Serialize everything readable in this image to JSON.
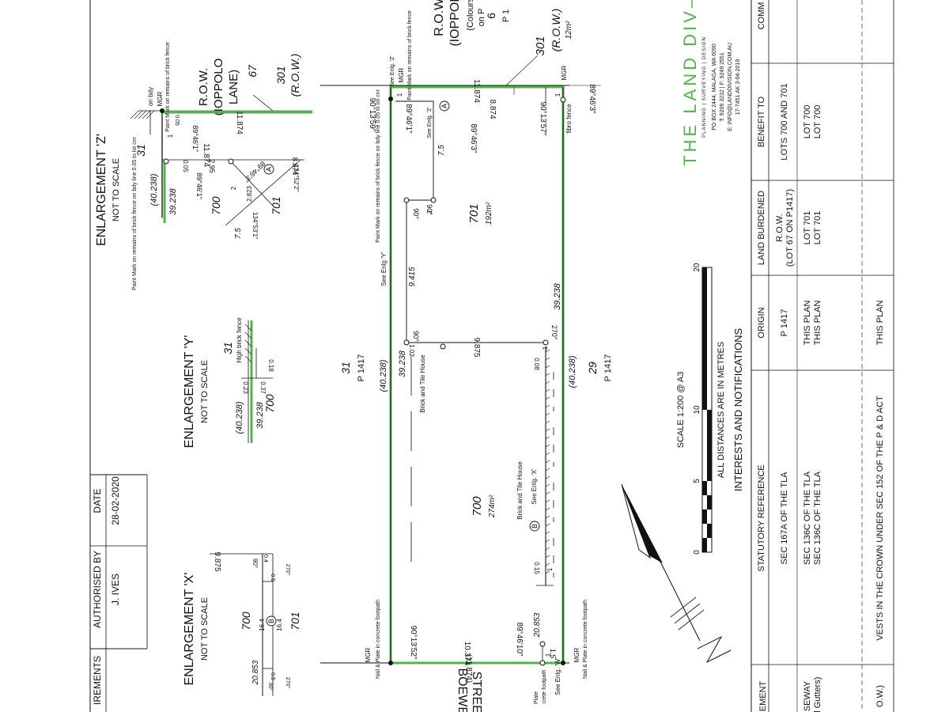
{
  "enlargements": {
    "z": {
      "title": "ENLARGEMENT 'Z'",
      "subtitle": "NOT TO SCALE",
      "lot31": "31",
      "lot700": "700",
      "lot701": "701",
      "row_label_1": "R.O.W.",
      "row_label_2": "(IOPPOLO",
      "row_label_3": "LANE)",
      "row_num": "67",
      "row_301": "301",
      "row_301_sub": "(R.O.W.)",
      "on_bdy": "on bdy",
      "mgr": "MGR",
      "paint_mark": "Paint Mark on remains of brick fence",
      "paint_mark_2": "Paint Mark on remains of brick fence on bdy line 0.05 to lot cnr",
      "dim_11874": "11.874",
      "dim_11874b": "11.874",
      "dim_8874": "8.874",
      "dim_2_95": "2.95",
      "dim_0_05": "0.05",
      "dim_0_05b": "0.05",
      "dim_39238": "39.238",
      "dim_40238": "(40.238)",
      "brg_1": "89°46'1\"",
      "brg_2": "89°46'3\"",
      "brg_3": "134°52'2\"",
      "brg_4": "134°53'1\"",
      "dim_2823": "2.823",
      "dim_7_5": "7.5",
      "dim_2": "2",
      "dim_1": "1",
      "circle_a": "A"
    },
    "y": {
      "title": "ENLARGEMENT 'Y'",
      "subtitle": "NOT TO SCALE",
      "lot31": "31",
      "lot700": "700",
      "fence": "High brick fence",
      "dim_39238": "39.238",
      "dim_40238": "(40.238)",
      "dim_0_18": "0.18",
      "dim_0_23": "0.23",
      "dim_0_37": "0.37"
    },
    "x": {
      "title": "ENLARGEMENT 'X'",
      "subtitle": "NOT TO SCALE",
      "lot700": "700",
      "lot701": "701",
      "dim_9875": "9.875",
      "dim_20853": "20.853",
      "dim_16_4": "16.4",
      "dim_16_4b": "16.4",
      "dim_0_5": "0.5",
      "dim_0_5b": "0.5",
      "dim_0_4": "0.4",
      "ang_90": "90°",
      "ang_270": "270°",
      "ang_270b": "270°",
      "ang_90b": "90°",
      "circle_b": "B"
    }
  },
  "main": {
    "lot700": "700",
    "lot700_area": "274m²",
    "lot701": "701",
    "lot701_area": "192m²",
    "lot31": "31",
    "p1417_a": "P 1417",
    "lot29": "29",
    "p1417_b": "P 1417",
    "row_1": "R.O.W.",
    "row_2": "(IOPPOLO",
    "row_3": "(Colours",
    "row_4": "on P",
    "row_5": "P 1",
    "row_6": "6",
    "lot301": "301",
    "lot301_row": "(R.O.W.)",
    "lot301_area": "12m²",
    "dim_39238_top": "39.238",
    "dim_40238_top": "(40.238)",
    "dim_39238_bot": "39.238",
    "dim_40238_bot": "(40.238)",
    "dim_11874_top": "11.874",
    "dim_8874": "8.874",
    "dim_7_5": "7.5",
    "dim_9415": "9.415",
    "dim_9875": "9.875",
    "dim_1_02": "1.02",
    "dim_0_08": "0.08",
    "dim_0_15": "0.15",
    "dim_20853": "20.853",
    "dim_10374": "10.374",
    "dim_11874_bot": "(11.874)",
    "dim_1_5": "1.5",
    "brg_a": "90°13'59\"",
    "brg_b": "89°46'1\"",
    "brg_c": "89°46'3\"",
    "brg_d": "90°13'57\"",
    "brg_e": "89°46'3\"",
    "brg_f": "90°13'52\"",
    "brg_g": "89°46'10\"",
    "ang_90_a": "90°",
    "ang_90_b": "90°",
    "ang_90_c": "90°",
    "ang_270": "270°",
    "see_z": "See Enlg. 'Z'",
    "see_z2": "See Enlg. 'Z'",
    "see_y": "See Enlg 'Y'",
    "see_x": "See Enlg. 'X'",
    "see_w": "See Enlg. 'W'",
    "mgr_tl": "MGR",
    "mgr_tr": "MGR",
    "mgr_bl": "MGR",
    "mgr_br": "MGR",
    "paint_tl": "Paint Mark on remains of brick fence",
    "paint_top": "Paint Mark on remains of brick fence on bdy line 0.05 to lot cnr",
    "fibro": "fibro fence",
    "brick_house": "Brick and Tile House",
    "brick_house_2": "Brick and Tile House",
    "nail_bl": "Nail & Plate in concrete footpath",
    "nail_br": "Nail & Plate in concrete footpath",
    "plate_b": "Plate",
    "crete": "crete footpath",
    "street_1": "STREET",
    "street_2": "BOEWER",
    "circle_a": "A",
    "circle_b": "B",
    "one_a": "1",
    "one_b": "1",
    "one_c": "1",
    "two_a": "2",
    "one_d": "1",
    "one_e": "1"
  },
  "scale": {
    "label": "SCALE 1:200 @ A3",
    "distances": "ALL DISTANCES ARE IN METRES",
    "t0": "0",
    "t5": "5",
    "t10": "10",
    "t20": "20"
  },
  "company": {
    "name": "THE LAND DIV",
    "tagline": "PLANNING | SURVEYING | DESIGN",
    "address": "PO BOX 2444, MALAGA, WA 6090",
    "phone": "T: 9209 3232 | F: 9249 2551",
    "email": "E: INFO@LANDDIVISION.COM.AU",
    "ref": "17-7451   AK   3-04-2019"
  },
  "authorised": {
    "h_req": "IREMENTS",
    "h_auth": "AUTHORISED BY",
    "h_date": "DATE",
    "auth": "J. IVES",
    "date": "28-02-2020"
  },
  "interests": {
    "title": "INTERESTS AND NOTIFICATIONS",
    "headers": [
      "STATUTORY REFERENCE",
      "ORIGIN",
      "LAND BURDENED",
      "BENEFIT TO",
      "COMM"
    ],
    "rows": [
      {
        "ref": "SEC 167A OF THE TLA",
        "origin": "P 1417",
        "burdened": "R.O.W.",
        "burdened2": "(LOT 67 ON P1417)",
        "benefit": "LOTS 700 AND 701"
      },
      {
        "ref": "SEC 136C OF THE TLA",
        "origin": "THIS PLAN",
        "burdened": "LOT 701",
        "burdened2": "",
        "benefit": "LOT 700"
      },
      {
        "ref": "SEC 136C OF THE TLA",
        "origin": "THIS PLAN",
        "burdened": "LOT 701",
        "burdened2": "",
        "benefit": "LOT 700"
      },
      {
        "ref": "VESTS IN THE CROWN UNDER SEC 152 OF THE P & D ACT",
        "origin": "THIS PLAN",
        "burdened": "",
        "burdened2": "",
        "benefit": ""
      }
    ],
    "side_1": "EMENT",
    "side_2": "SEWAY",
    "side_3": "d Gutters)",
    "side_4": "O.W.)"
  },
  "north_label": "N"
}
